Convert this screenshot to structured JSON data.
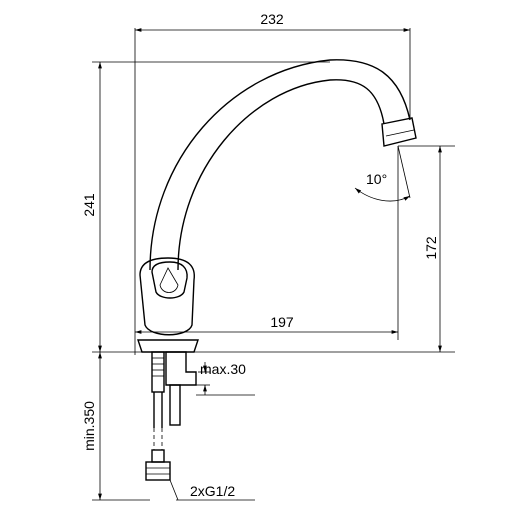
{
  "drawing": {
    "dimensions": {
      "width_top": "232",
      "height_total": "241",
      "reach": "197",
      "spout_height": "172",
      "angle": "10°",
      "max_thickness": "max.30",
      "hose_length": "min.350",
      "connection": "2xG1/2"
    }
  }
}
